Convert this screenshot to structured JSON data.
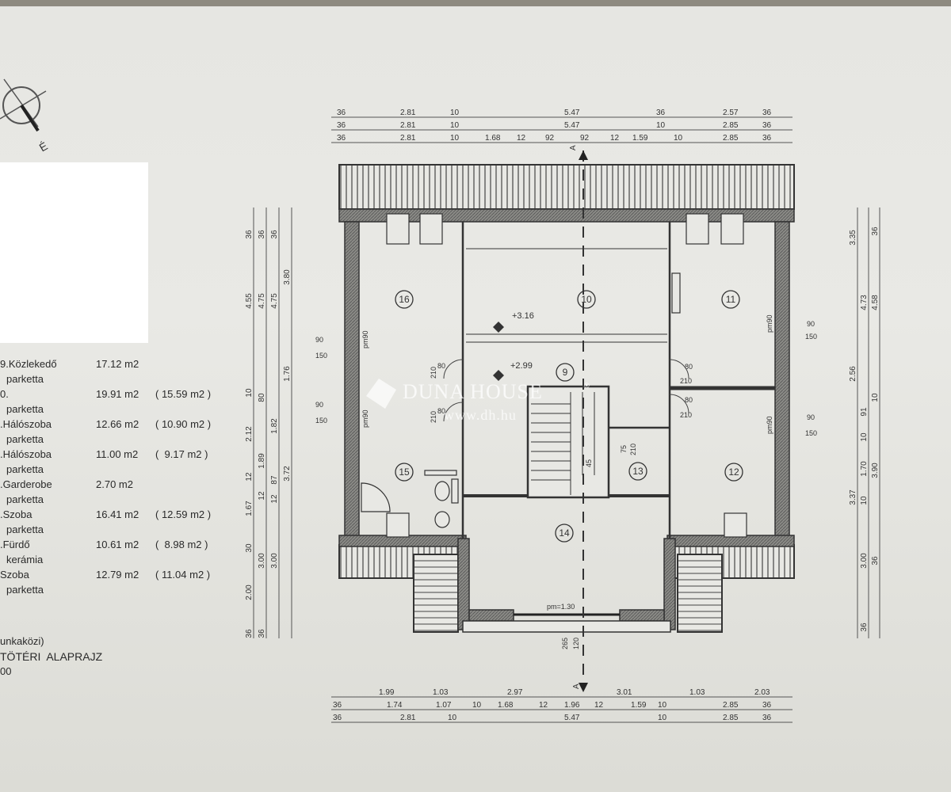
{
  "compass": {
    "label": "É"
  },
  "legend": [
    {
      "name": "9.Közlekedő",
      "area": "17.12 m2",
      "net": "",
      "floor": "parketta"
    },
    {
      "name": "0.",
      "area": "19.91 m2",
      "net": "( 15.59 m2 )",
      "floor": "parketta"
    },
    {
      "name": ".Hálószoba",
      "area": "12.66 m2",
      "net": "( 10.90 m2 )",
      "floor": "parketta"
    },
    {
      "name": ".Hálószoba",
      "area": "11.00 m2",
      "net": "(  9.17 m2 )",
      "floor": "parketta"
    },
    {
      "name": ".Garderobe",
      "area": "2.70 m2",
      "net": "",
      "floor": "parketta"
    },
    {
      "name": ".Szoba",
      "area": "16.41 m2",
      "net": "( 12.59 m2 )",
      "floor": "parketta"
    },
    {
      "name": ".Fürdő",
      "area": "10.61 m2",
      "net": "(  8.98 m2 )",
      "floor": "kerámia"
    },
    {
      "name": "Szoba",
      "area": "12.79 m2",
      "net": "( 11.04 m2 )",
      "floor": "parketta"
    }
  ],
  "title": {
    "line1": "unkaközi)",
    "line2": "TÖTÉRI  ALAPRAJZ",
    "line3": "00"
  },
  "dimensions": {
    "top": [
      [
        "36",
        "2.81",
        "10",
        "5.47",
        "36",
        "2.57",
        "36"
      ],
      [
        "36",
        "2.81",
        "10",
        "5.47",
        "10",
        "2.85",
        "36"
      ],
      [
        "36",
        "2.81",
        "10",
        "1.68",
        "12",
        "92",
        "92",
        "12",
        "1.59",
        "10",
        "2.85",
        "36"
      ]
    ],
    "bottom": [
      [
        "1.99",
        "1.03",
        "2.97",
        "3.01",
        "1.03",
        "2.03"
      ],
      [
        "36",
        "1.74",
        "1.07",
        "10",
        "1.68",
        "12",
        "1.96",
        "12",
        "1.59",
        "10",
        "2.85",
        "36"
      ],
      [
        "36",
        "2.81",
        "10",
        "5.47",
        "10",
        "2.85",
        "36"
      ]
    ],
    "left": [
      [
        "36",
        "4.55",
        "10",
        "2.12",
        "12",
        "1.67",
        "30",
        "2.00",
        "36"
      ],
      [
        "36",
        "4.75",
        "80",
        "1.89",
        "12",
        "3.00",
        "36"
      ],
      [
        "36",
        "4.75",
        "1.82",
        "87",
        "12",
        "3.00"
      ],
      [
        "3.80",
        "1.76",
        "3.72"
      ]
    ],
    "right": [
      [
        "3.35",
        "2.56",
        "3.37"
      ],
      [
        "4.73",
        "91",
        "10",
        "1.70",
        "10",
        "3.00",
        "36"
      ],
      [
        "36",
        "4.58",
        "10",
        "3.90",
        "36"
      ]
    ]
  },
  "rooms": [
    "16",
    "10",
    "11",
    "9",
    "15",
    "13",
    "12",
    "14"
  ],
  "levels": [
    "+3.16",
    "+2.99"
  ],
  "annotations": {
    "win_w1": "90",
    "win_h1": "150",
    "win_w2": "90",
    "win_h2": "150",
    "win_w3": "90",
    "win_h3": "150",
    "win_w4": "90",
    "win_h4": "150",
    "pm_left1": "pm90",
    "pm_left2": "pm90",
    "pm_right1": "pm90",
    "pm_right2": "pm90",
    "door1_w": "80",
    "door1_h": "210",
    "door2_w": "80",
    "door2_h": "210",
    "door3_w": "80",
    "door3_h": "210",
    "door4_w": "80",
    "door4_h": "210",
    "door5_w": "75",
    "door5_h": "210",
    "stair_h": "45",
    "pm_bottom": "pm=1.30",
    "sec_a1": "265",
    "sec_a2": "120",
    "section_top": "A",
    "section_bottom": "A"
  },
  "watermark": {
    "brand": "DUNA HOUSE",
    "reg": "®",
    "url": "www.dh.hu"
  }
}
